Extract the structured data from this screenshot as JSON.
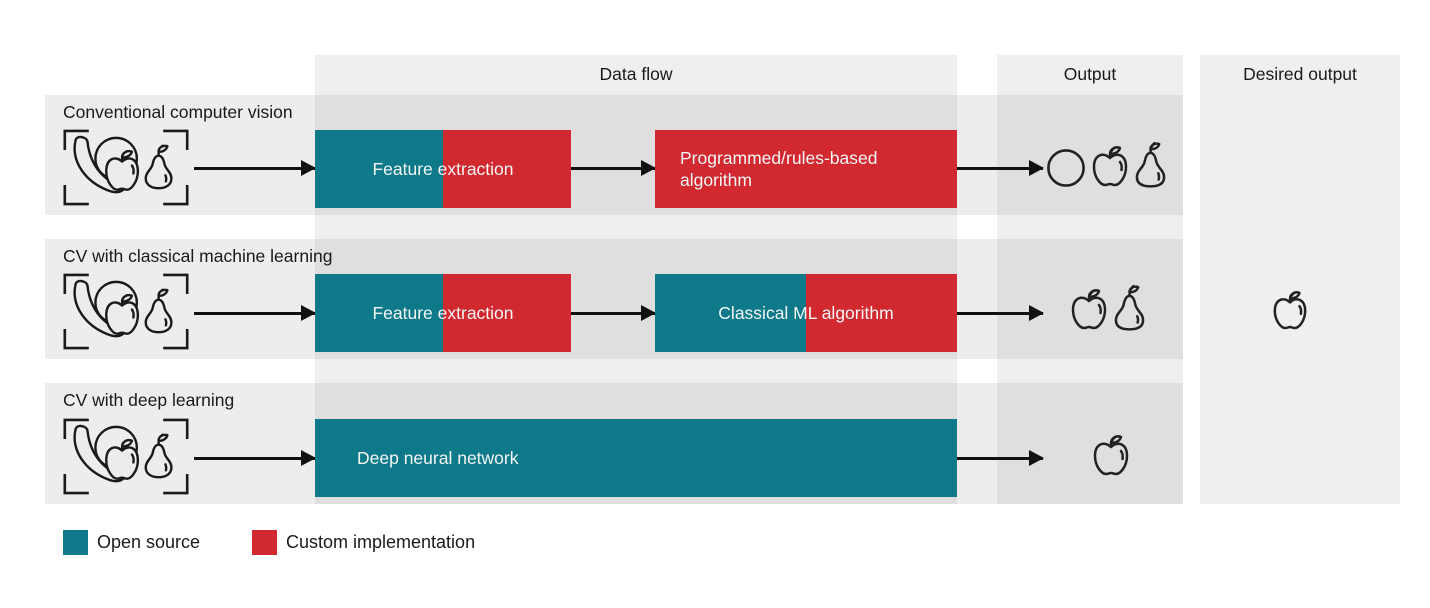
{
  "palette": {
    "teal": "#0e7989",
    "red": "#d2282f",
    "band_gray": "#efefef",
    "ink": "#1a1a1a",
    "box_text": "#f4f6f6"
  },
  "headers": {
    "data_flow": "Data flow",
    "output": "Output",
    "desired_output": "Desired output"
  },
  "rows": [
    {
      "label": "Conventional computer vision",
      "input_icon": "fruit-group-in-viewfinder",
      "boxes": [
        {
          "label": "Feature extraction",
          "segments": [
            "open_source",
            "custom"
          ]
        },
        {
          "label": "Programmed/rules-based algorithm",
          "segments": [
            "custom"
          ]
        }
      ],
      "output_icons": [
        "orange",
        "apple",
        "pear"
      ]
    },
    {
      "label": "CV with classical machine learning",
      "input_icon": "fruit-group-in-viewfinder",
      "boxes": [
        {
          "label": "Feature extraction",
          "segments": [
            "open_source",
            "custom"
          ]
        },
        {
          "label": "Classical ML algorithm",
          "segments": [
            "open_source",
            "custom"
          ]
        }
      ],
      "output_icons": [
        "apple",
        "pear"
      ]
    },
    {
      "label": "CV with deep learning",
      "input_icon": "fruit-group-in-viewfinder",
      "boxes": [
        {
          "label": "Deep neural network",
          "segments": [
            "open_source"
          ]
        }
      ],
      "output_icons": [
        "apple"
      ]
    }
  ],
  "desired_output": {
    "icon": "apple"
  },
  "legend": [
    {
      "label": "Open source",
      "color": "#0e7989"
    },
    {
      "label": "Custom implementation",
      "color": "#d2282f"
    }
  ]
}
